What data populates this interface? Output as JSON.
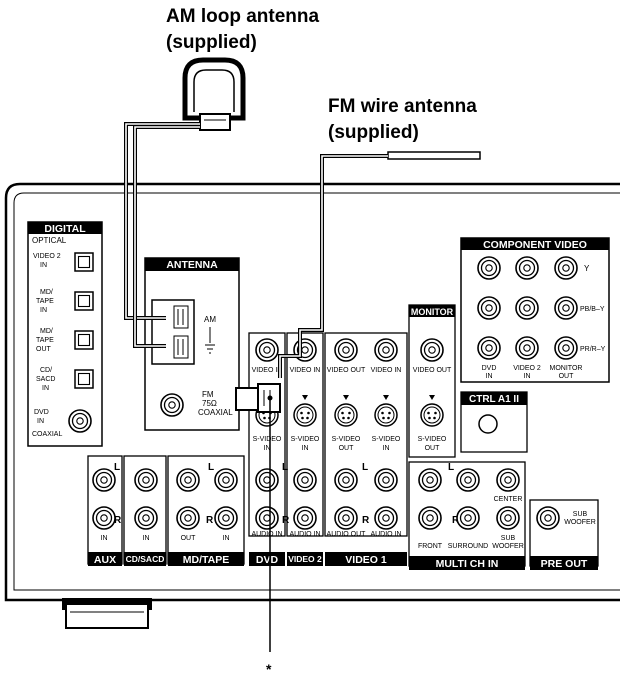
{
  "captions": {
    "am_line1": "AM loop antenna",
    "am_line2": "(supplied)",
    "fm_line1": "FM wire antenna",
    "fm_line2": "(supplied)",
    "footnote_mark": "*"
  },
  "panel": {
    "digital": {
      "title": "DIGITAL",
      "sub": "OPTICAL",
      "video2": [
        "VIDEO 2",
        "IN"
      ],
      "mdtape_in": [
        "MD/",
        "TAPE",
        "IN"
      ],
      "mdtape_out": [
        "MD/",
        "TAPE",
        "OUT"
      ],
      "cdsacd": [
        "CD/",
        "SACD",
        "IN"
      ],
      "dvd": [
        "DVD",
        "IN",
        "COAXIAL"
      ]
    },
    "antenna": {
      "title": "ANTENNA",
      "am": "AM",
      "fm": [
        "FM",
        "75Ω",
        "COAXIAL"
      ]
    },
    "component_video": {
      "title": "COMPONENT VIDEO",
      "y": "Y",
      "pb": "PB/B–Y",
      "pr": "PR/R–Y",
      "dvd_in": [
        "DVD",
        "IN"
      ],
      "video2_in": [
        "VIDEO 2",
        "IN"
      ],
      "monitor_out": [
        "MONITOR",
        "OUT"
      ]
    },
    "monitor": {
      "title": "MONITOR",
      "video_out": "VIDEO OUT",
      "svideo_out": [
        "S-VIDEO",
        "OUT"
      ]
    },
    "ctrl": {
      "title": "CTRL A1 II"
    },
    "video_labels": {
      "video_in": "VIDEO IN",
      "video_out": "VIDEO OUT",
      "svideo_in": [
        "S-VIDEO",
        "IN"
      ],
      "svideo_out": [
        "S-VIDEO",
        "OUT"
      ],
      "audio_in": "AUDIO IN",
      "audio_out": "AUDIO OUT"
    },
    "audio_labels": {
      "l": "L",
      "r": "R",
      "in": "IN",
      "out": "OUT",
      "front": "FRONT",
      "surround": "SURROUND",
      "center": "CENTER",
      "sub_woofer": [
        "SUB",
        "WOOFER"
      ]
    },
    "bars": {
      "aux": "AUX",
      "cdsacd": "CD/SACD",
      "mdtape": "MD/TAPE",
      "dvd": "DVD",
      "video2": "VIDEO 2",
      "video1": "VIDEO 1",
      "multi": "MULTI CH IN",
      "pre_out": "PRE OUT"
    }
  }
}
